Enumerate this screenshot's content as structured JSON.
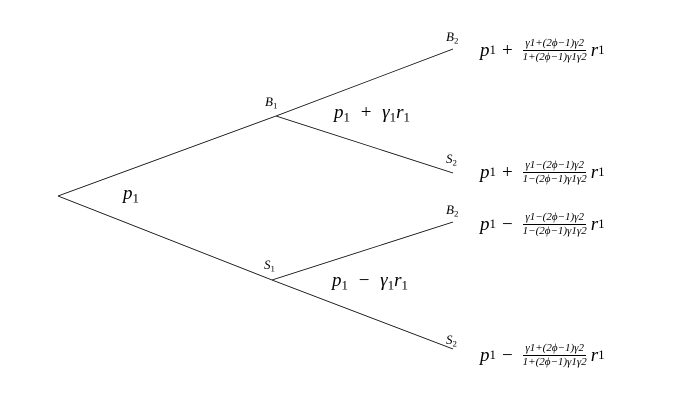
{
  "tree": {
    "stroke": "#000000",
    "root": {
      "label_main": "p",
      "label_sub": "1"
    },
    "level1": [
      {
        "node_main": "B",
        "node_sub": "1",
        "edge_expr": {
          "a": "p",
          "a_sub": "1",
          "op": "+",
          "b": "γ",
          "b_sub": "1",
          "c": "r",
          "c_sub": "1"
        }
      },
      {
        "node_main": "S",
        "node_sub": "1",
        "edge_expr": {
          "a": "p",
          "a_sub": "1",
          "op": "−",
          "b": "γ",
          "b_sub": "1",
          "c": "r",
          "c_sub": "1"
        }
      }
    ],
    "leaves": [
      {
        "node_main": "B",
        "node_sub": "2",
        "base": "p",
        "base_sub": "1",
        "op": "+",
        "numerator": "γ1+(2ϕ−1)γ2",
        "denominator": "1+(2ϕ−1)γ1γ2",
        "tail": "r",
        "tail_sub": "1"
      },
      {
        "node_main": "S",
        "node_sub": "2",
        "base": "p",
        "base_sub": "1",
        "op": "+",
        "numerator": "γ1−(2ϕ−1)γ2",
        "denominator": "1−(2ϕ−1)γ1γ2",
        "tail": "r",
        "tail_sub": "1"
      },
      {
        "node_main": "B",
        "node_sub": "2",
        "base": "p",
        "base_sub": "1",
        "op": "−",
        "numerator": "γ1−(2ϕ−1)γ2",
        "denominator": "1−(2ϕ−1)γ1γ2",
        "tail": "r",
        "tail_sub": "1"
      },
      {
        "node_main": "S",
        "node_sub": "2",
        "base": "p",
        "base_sub": "1",
        "op": "−",
        "numerator": "γ1+(2ϕ−1)γ2",
        "denominator": "1+(2ϕ−1)γ1γ2",
        "tail": "r",
        "tail_sub": "1"
      }
    ]
  }
}
